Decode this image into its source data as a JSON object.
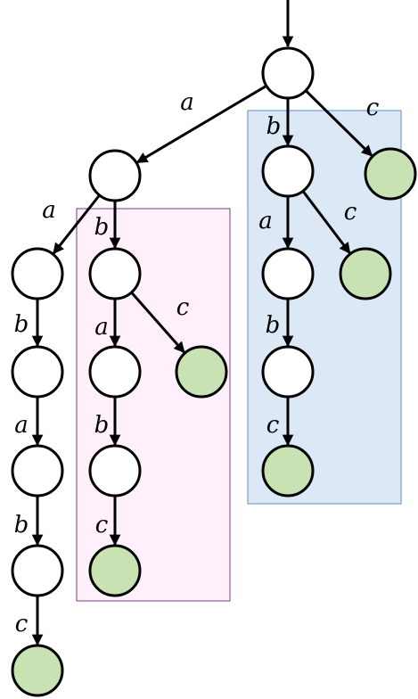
{
  "colors": {
    "leaf_fill": "#c8e2b4",
    "node_fill": "#ffffff",
    "box_pink_fill": "#fff0fb",
    "box_pink_stroke": "#7a3b78",
    "box_blue_fill": "#dce8f6",
    "box_blue_stroke": "#5b8fc0"
  },
  "edges": [
    {
      "label": "a"
    },
    {
      "label": "c"
    },
    {
      "label": "b"
    },
    {
      "label": "a"
    },
    {
      "label": "b"
    },
    {
      "label": "b"
    },
    {
      "label": "a"
    },
    {
      "label": "b"
    },
    {
      "label": "c"
    },
    {
      "label": "a"
    },
    {
      "label": "c"
    },
    {
      "label": "b"
    },
    {
      "label": "c"
    },
    {
      "label": "a"
    },
    {
      "label": "c"
    },
    {
      "label": "b"
    },
    {
      "label": "c"
    }
  ]
}
